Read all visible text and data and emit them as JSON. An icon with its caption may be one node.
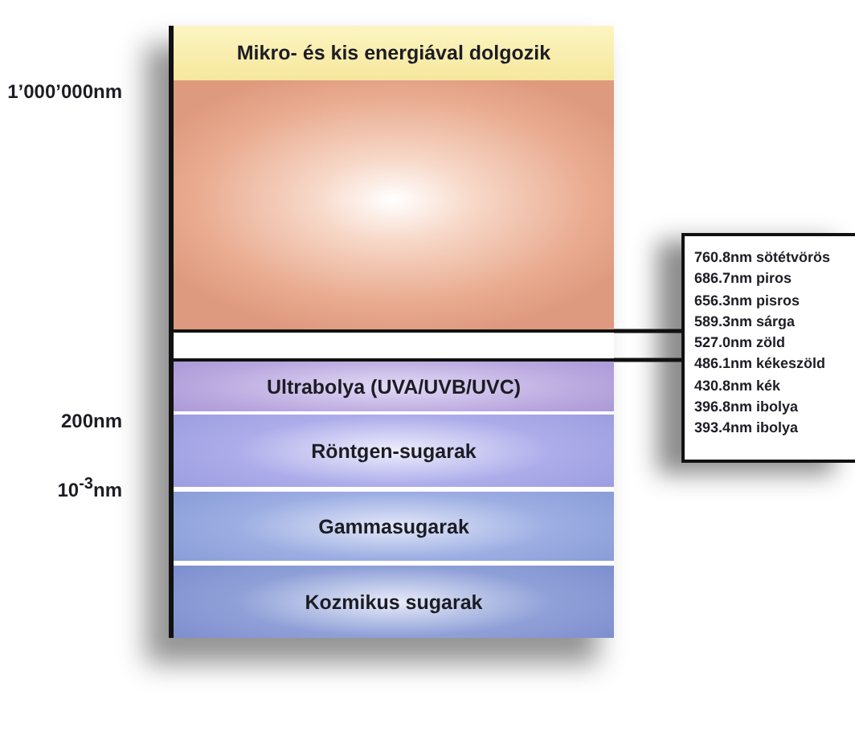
{
  "diagram": {
    "nodes": [
      {
        "text": [
          "Mikro- és kis energiával dolgozik"
        ]
      },
      {
        "text": [],
        "shape": "box"
      },
      {
        "text": [],
        "shape": "bar"
      },
      {
        "text": [
          "Ultrabolya (UVA/UVB/UVC)"
        ]
      },
      {
        "text": [
          "Röntgen-sugarak"
        ]
      },
      {
        "text": [
          "Gammasugarak"
        ]
      },
      {
        "text": [
          "Kozmikus sugarak"
        ]
      },
      {
        "text": [
          "760.8nm sötétvörös",
          "686.7nm piros",
          "656.3nm pisros",
          "589.3nm sárga",
          "527.0nm zöld",
          "486.1nm kékeszöld",
          "430.8nm kék",
          "396.8nm ibolya",
          "393.4nm ibolya"
        ]
      }
    ],
    "edges": [
      {
        "from": 2,
        "to": 7,
        "arrow": "none"
      }
    ],
    "labels": [
      "1’000’000nm",
      "200nm",
      "10$^{-3}$nm"
    ]
  }
}
